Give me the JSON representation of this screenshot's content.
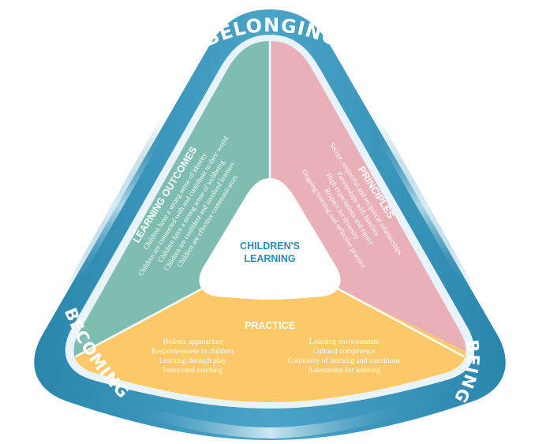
{
  "ring": {
    "top": "BELONGING",
    "left": "BECOMING",
    "right": "BEING"
  },
  "center": {
    "line1": "CHILDREN'S",
    "line2": "LEARNING"
  },
  "learning_outcomes": {
    "title": "LEARNING OUTCOMES",
    "items": [
      "Children have a strong sense of identity",
      "Children are connected with and contribute to their world",
      "Children have a strong sense of wellbeing",
      "Children are confident and involved learners",
      "Children are effective communicators"
    ]
  },
  "principles": {
    "title": "PRINCIPLES",
    "items": [
      "Secure, respectful and reciprocal relationships",
      "Partnerships with families",
      "High expectations and equity",
      "Respect for diversity",
      "Ongoing learning and reflective practice"
    ]
  },
  "practice": {
    "title": "PRACTICE",
    "left_items": [
      "Holistic approaches",
      "Responsiveness to children",
      "Learning through play",
      "Intentional teaching"
    ],
    "right_items": [
      "Learning environments",
      "Cultural competence",
      "Continuity of learning and transitions",
      "Assessment for learning"
    ]
  },
  "colors": {
    "ring_outer": "#2b8eb4",
    "ring_inner": "#5aaed0",
    "ring_glow": "#cfe9f3",
    "outcomes": "#7fbdb0",
    "principles": "#eab0b8",
    "practice": "#fdc968",
    "center_fill": "#ffffff",
    "center_text": "#2b8eb4"
  }
}
